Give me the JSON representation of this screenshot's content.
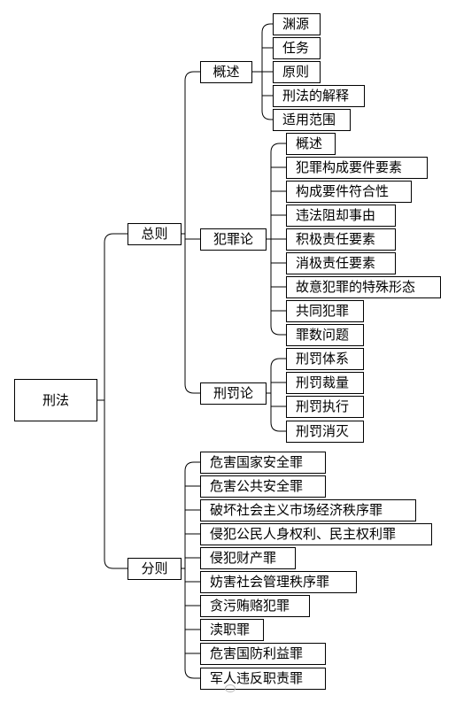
{
  "root": {
    "label": "刑法"
  },
  "zongze": {
    "label": "总则",
    "gaishu": {
      "label": "概述",
      "items": [
        "渊源",
        "任务",
        "原则",
        "刑法的解释",
        "适用范围"
      ]
    },
    "fanzui": {
      "label": "犯罪论",
      "items": [
        "概述",
        "犯罪构成要件要素",
        "构成要件符合性",
        "违法阻却事由",
        "积极责任要素",
        "消极责任要素",
        "故意犯罪的特殊形态",
        "共同犯罪",
        "罪数问题"
      ]
    },
    "xingfa": {
      "label": "刑罚论",
      "items": [
        "刑罚体系",
        "刑罚裁量",
        "刑罚执行",
        "刑罚消灭"
      ]
    }
  },
  "fenze": {
    "label": "分则",
    "items": [
      "危害国家安全罪",
      "危害公共安全罪",
      "破坏社会主义市场经济秩序罪",
      "侵犯公民人身权利、民主权利罪",
      "侵犯财产罪",
      "妨害社会管理秩序罪",
      "贪污贿赂犯罪",
      "渎职罪",
      "危害国防利益罪",
      "军人违反职责罪"
    ]
  }
}
